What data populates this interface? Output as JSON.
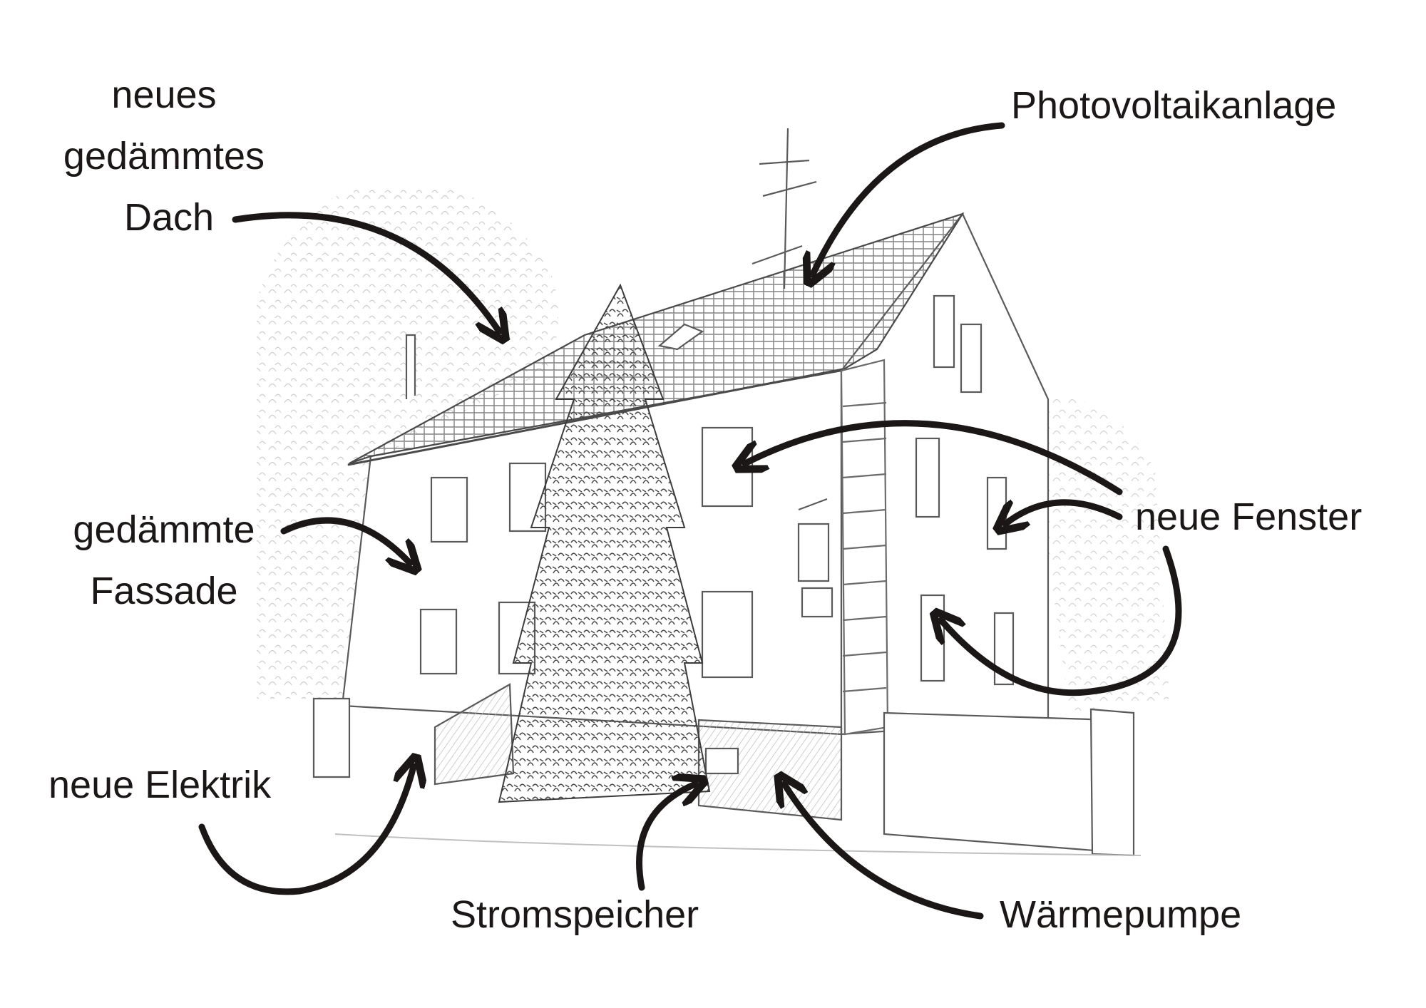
{
  "labels": {
    "roof": [
      "neues",
      "gedämmtes",
      "Dach"
    ],
    "photovoltaic": "Photovoltaikanlage",
    "facade": [
      "gedämmte",
      "Fassade"
    ],
    "windows": "neue Fenster",
    "electric": "neue Elektrik",
    "storage": "Stromspeicher",
    "heatpump": "Wärmepumpe"
  },
  "colors": {
    "ink": "#1c1717",
    "sketch": "#6b6b6b",
    "sketch_light": "#b9b9b9"
  }
}
